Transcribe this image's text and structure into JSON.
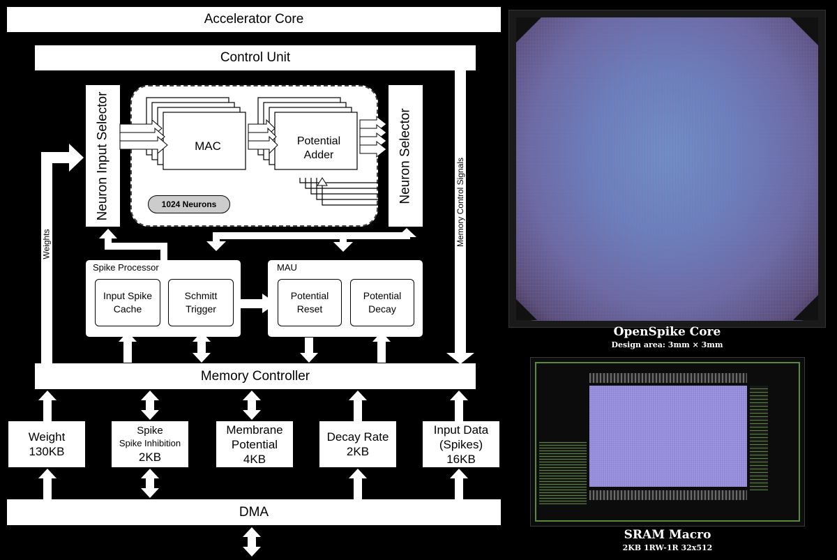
{
  "title": "Accelerator Core",
  "control_unit": "Control Unit",
  "neuron_input_selector": "Neuron Input Selector",
  "neuron_selector": "Neuron Selector",
  "mac": "MAC",
  "potential_adder": "Potential\nAdder",
  "neuron_count": "1024 Neurons",
  "memory_control_signals": "Memory Control Signals",
  "weights_label": "Weights",
  "spike_processor": {
    "title": "Spike Processor",
    "input_spike_cache": "Input Spike\nCache",
    "schmitt_trigger": "Schmitt\nTrigger"
  },
  "mau": {
    "title": "MAU",
    "potential_reset": "Potential\nReset",
    "potential_decay": "Potential\nDecay"
  },
  "memory_controller": "Memory Controller",
  "memories": [
    {
      "l1": "Weight",
      "l2": "130KB",
      "l3": ""
    },
    {
      "l1": "Spike",
      "l2": "Spike Inhibition",
      "l3": "2KB"
    },
    {
      "l1": "Membrane",
      "l2": "Potential",
      "l3": "4KB"
    },
    {
      "l1": "Decay Rate",
      "l2": "2KB",
      "l3": ""
    },
    {
      "l1": "Input Data",
      "l2": "(Spikes)",
      "l3": "16KB"
    }
  ],
  "dma": "DMA",
  "openspike": {
    "title": "OpenSpike Core",
    "subtitle": "Design area: 3mm × 3mm"
  },
  "sram": {
    "title": "SRAM Macro",
    "subtitle": "2KB 1RW-1R 32x512"
  }
}
